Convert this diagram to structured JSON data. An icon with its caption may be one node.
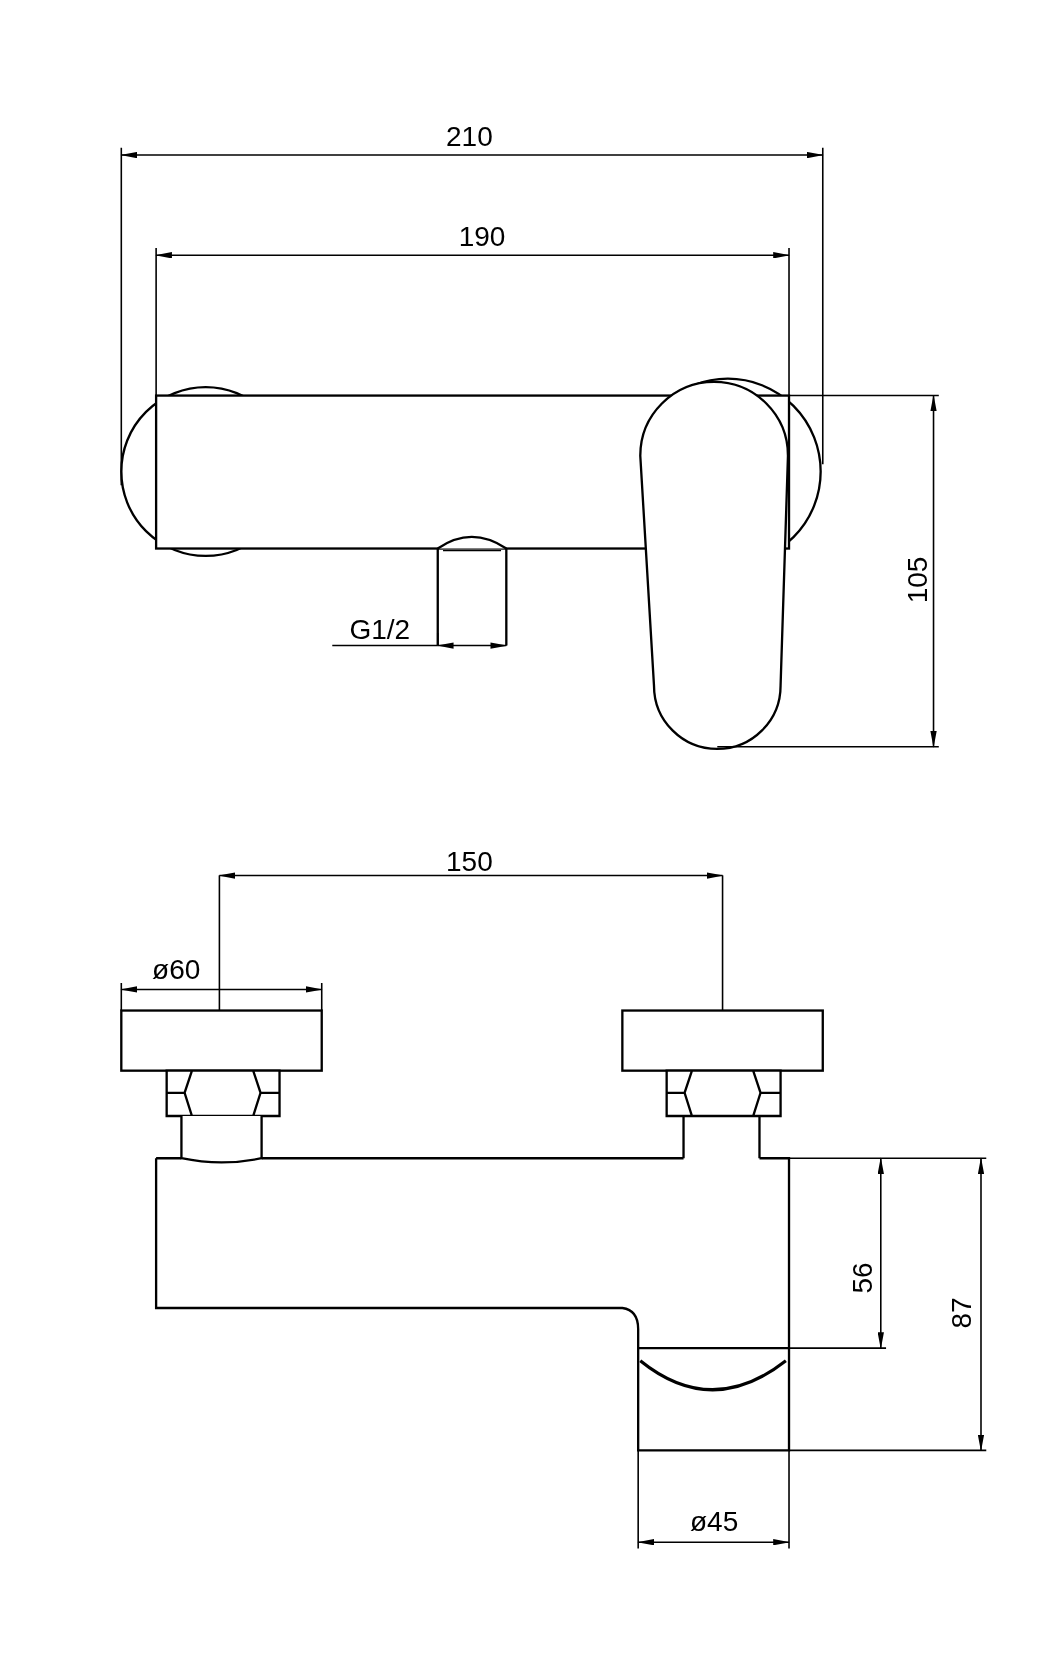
{
  "diagram": {
    "labels": [
      "210",
      "190",
      "G1/2",
      "105",
      "150",
      "ø60",
      "56",
      "87",
      "ø45"
    ]
  }
}
